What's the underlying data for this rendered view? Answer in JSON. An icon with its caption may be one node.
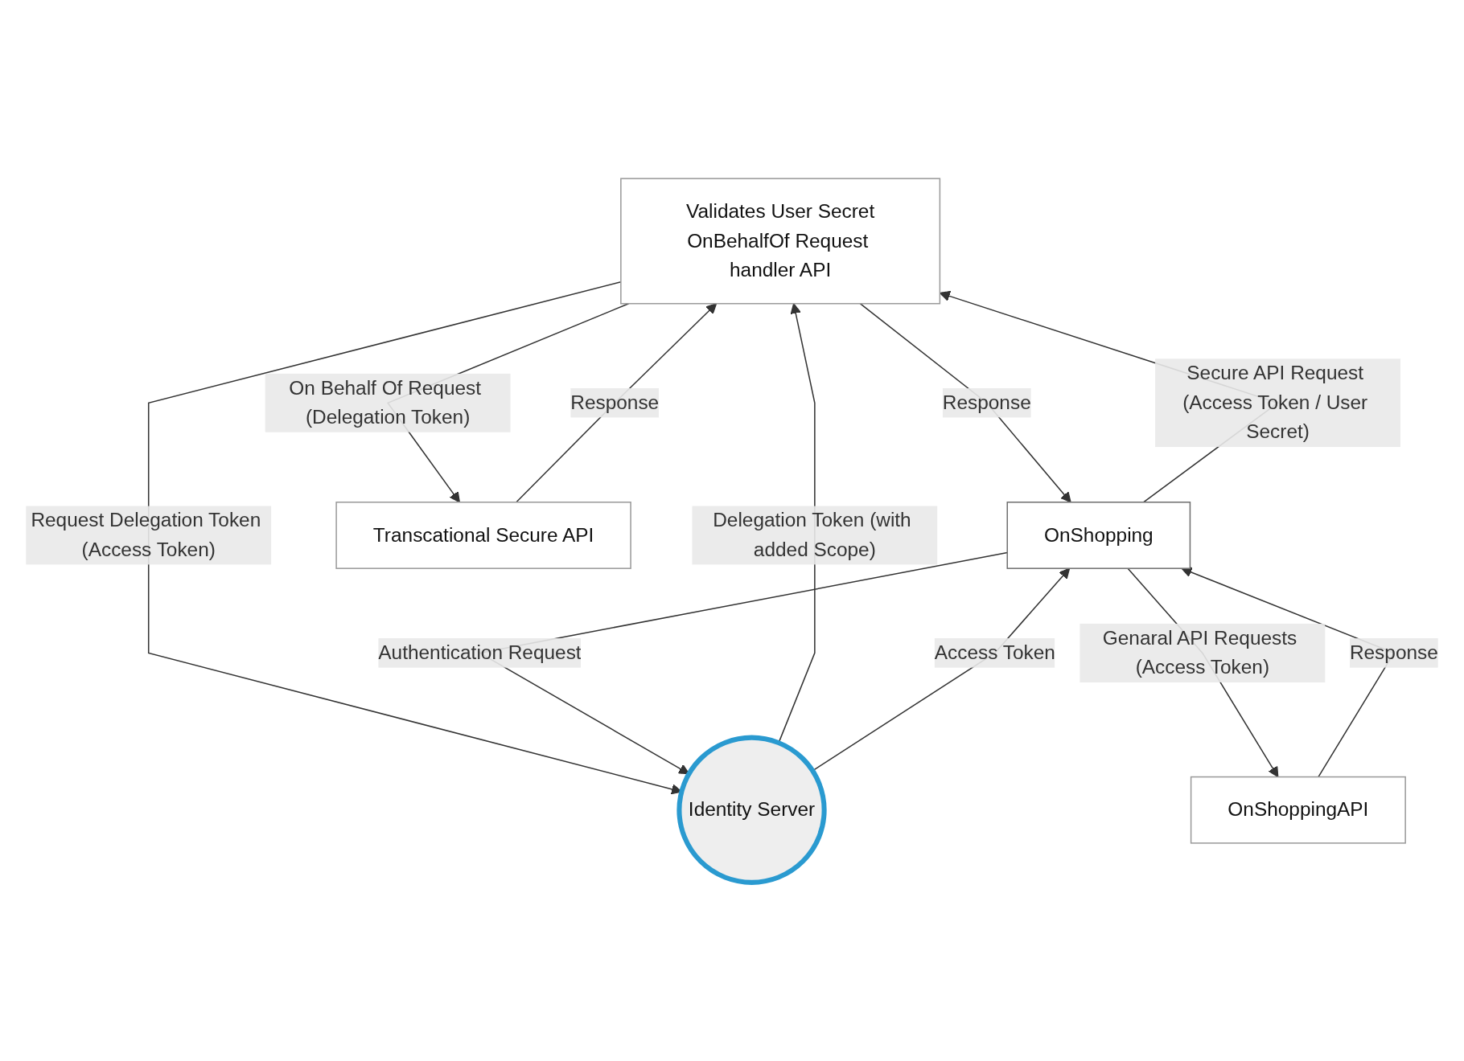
{
  "diagram": {
    "nodes": [
      {
        "text": [
          "Validates User Secret",
          "OnBehalfOf Request handler API"
        ]
      },
      {
        "text": [
          "OnShopping"
        ]
      },
      {
        "text": [
          "Identity Server"
        ]
      },
      {
        "text": [
          "Transcational Secure API"
        ]
      },
      {
        "text": [
          "OnShoppingAPI"
        ]
      }
    ],
    "edges": [
      {
        "from": 1,
        "to": 0,
        "arrow": "to",
        "label": "Secure API Request (Access Token / User Secret)"
      },
      {
        "from": 0,
        "to": 1,
        "arrow": "to",
        "label": "Response"
      },
      {
        "from": 0,
        "to": 3,
        "arrow": "to",
        "label": "On Behalf Of Request (Delegation Token)"
      },
      {
        "from": 3,
        "to": 0,
        "arrow": "to",
        "label": "Response"
      },
      {
        "from": 0,
        "to": 2,
        "arrow": "to",
        "label": "Request Delegation Token (Access Token)"
      },
      {
        "from": 2,
        "to": 0,
        "arrow": "to",
        "label": "Delegation Token (with added Scope)"
      },
      {
        "from": 1,
        "to": 2,
        "arrow": "to",
        "label": "Authentication Request"
      },
      {
        "from": 2,
        "to": 1,
        "arrow": "to",
        "label": "Access Token"
      },
      {
        "from": 4,
        "to": 1,
        "arrow": "to",
        "label": "Response"
      },
      {
        "from": 1,
        "to": 4,
        "arrow": "to",
        "label": "Genaral API Requests (Access Token)"
      }
    ]
  }
}
